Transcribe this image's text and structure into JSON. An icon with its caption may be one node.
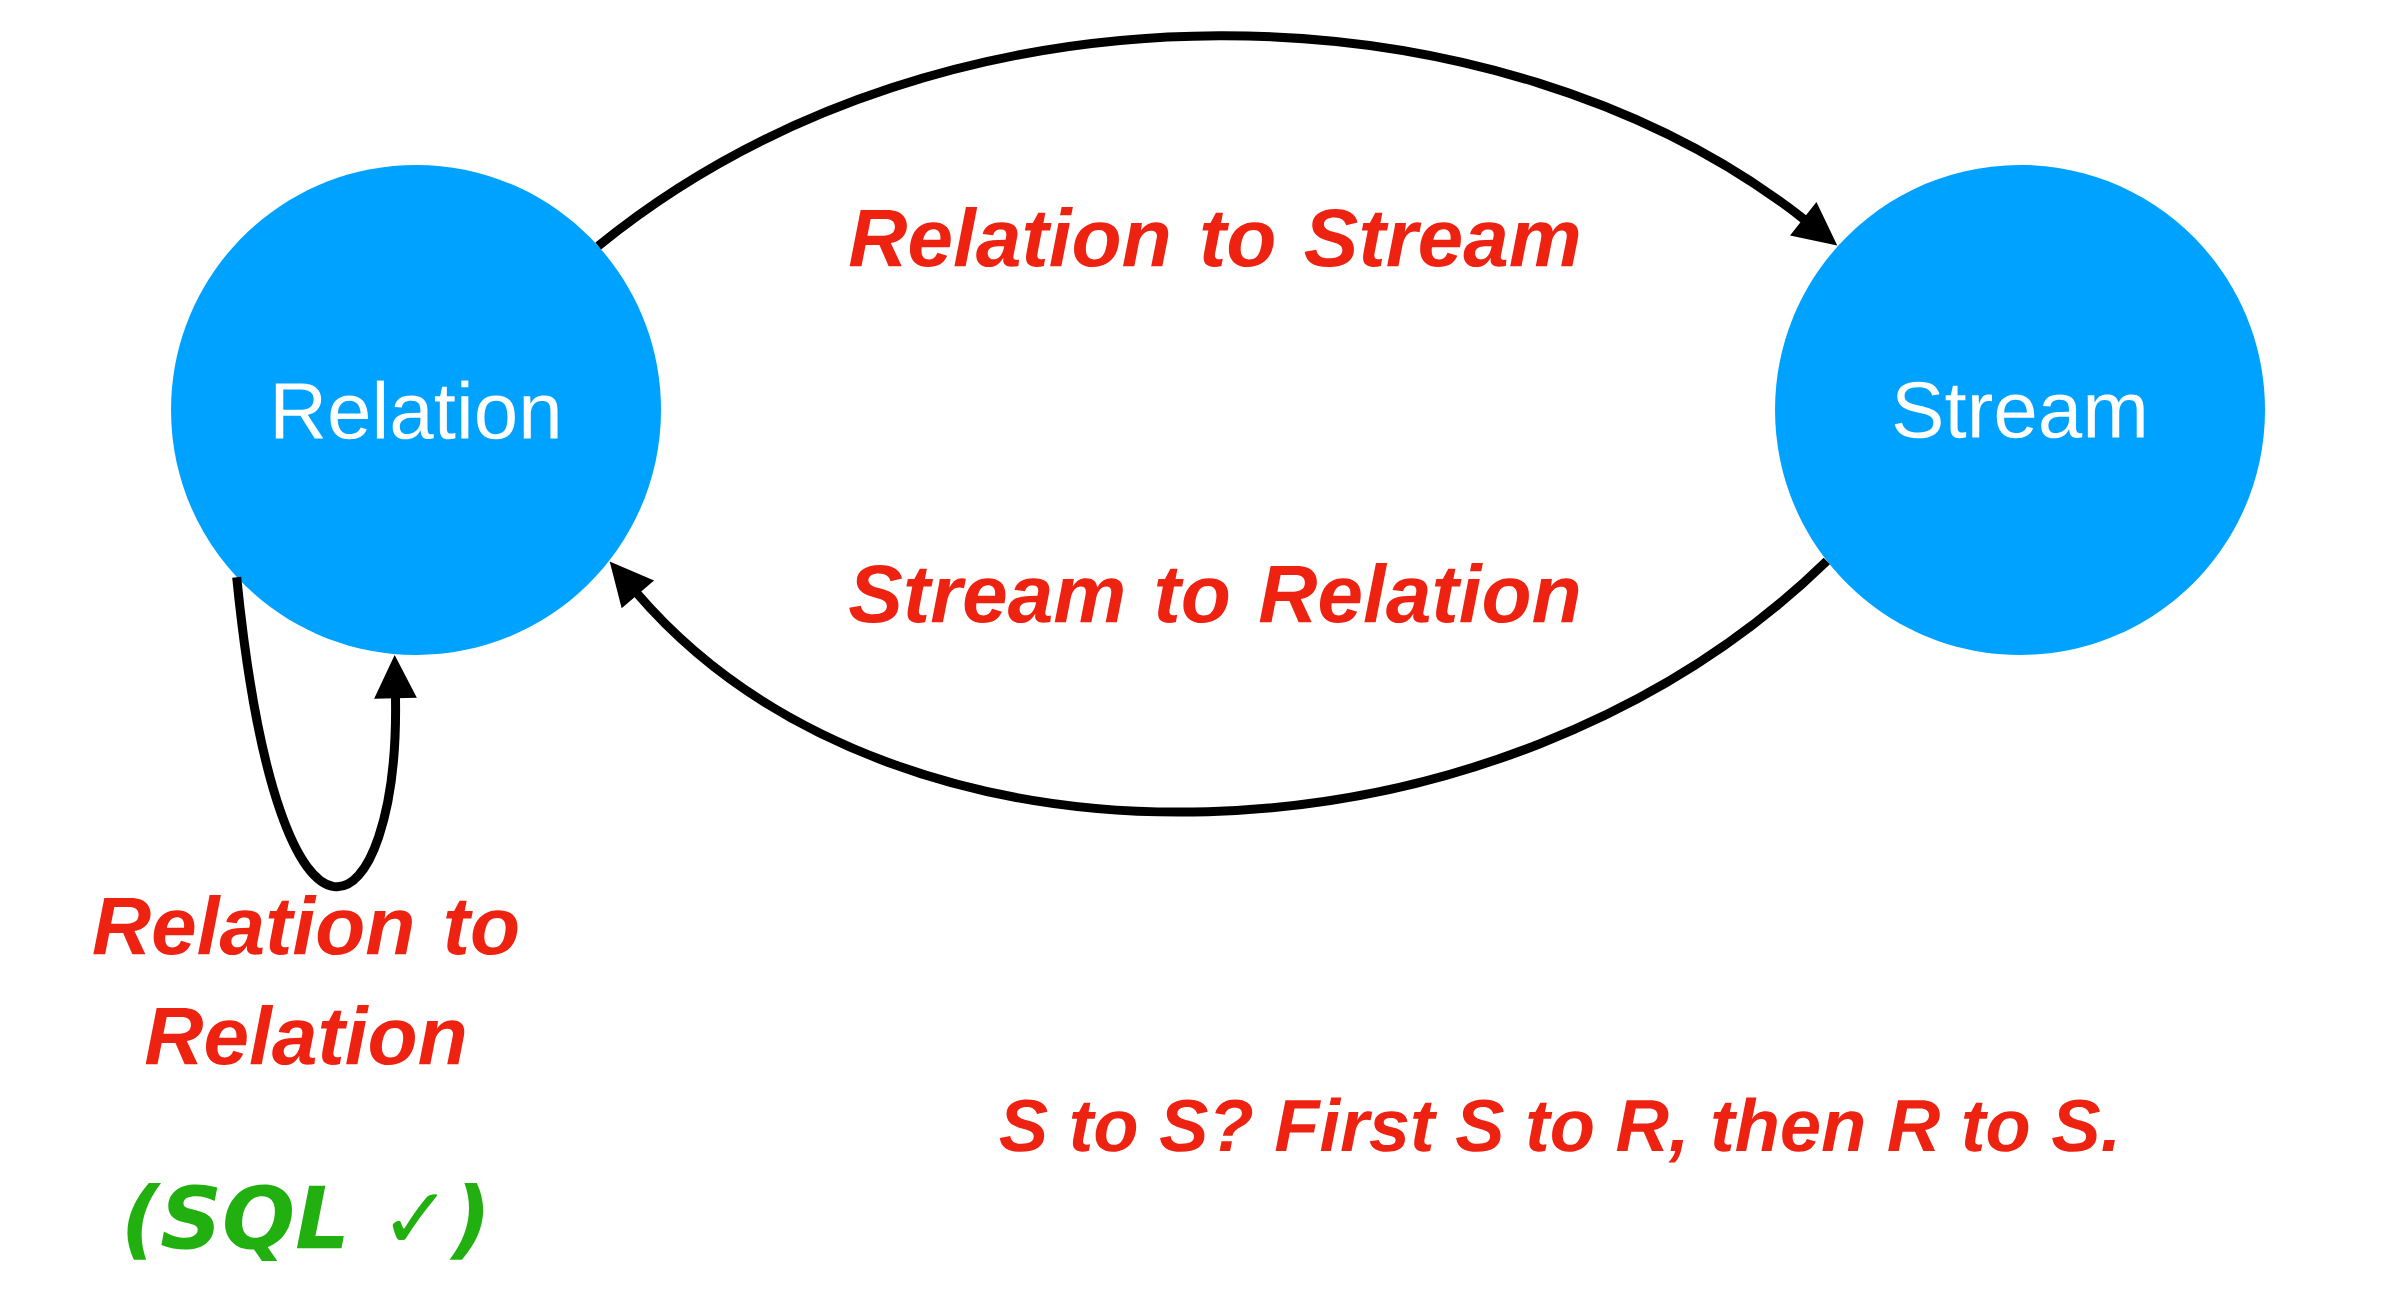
{
  "diagram": {
    "nodes": [
      {
        "text": [
          "Relation"
        ]
      },
      {
        "text": [
          "Stream"
        ]
      }
    ],
    "edges": [
      {
        "from": 0,
        "to": 1,
        "arrow": "to",
        "label": "Relation to Stream"
      },
      {
        "from": 1,
        "to": 0,
        "arrow": "to",
        "label": "Stream to Relation"
      },
      {
        "from": 0,
        "to": 0,
        "arrow": "to",
        "label": "Relation to Relation"
      }
    ],
    "labels": [
      "(SQL ✓)",
      "S to S? First S to R, then R to S."
    ]
  }
}
